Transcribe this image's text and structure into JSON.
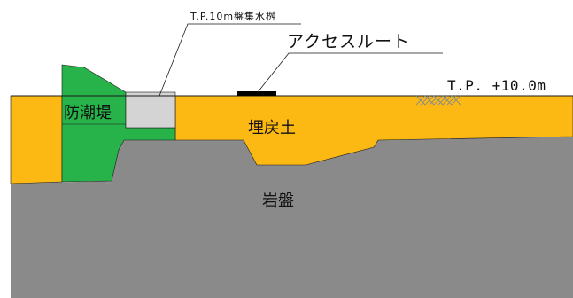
{
  "labels": {
    "seawall": "防潮堤",
    "catch_basin": "T.P.10m盤集水桝",
    "access_route": "アクセスルート",
    "elevation": "T.P. +10.0m",
    "backfill": "埋戻土",
    "bedrock": "岩盤"
  },
  "colors": {
    "backfill": "#fdb913",
    "bedrock": "#8a8a8a",
    "seawall": "#27b34a",
    "catch_basin": "#d4d4d4",
    "route_bar": "#000000",
    "outline": "#1a1a1a"
  },
  "icons": {
    "ground_mark": "ground-hatch-icon"
  }
}
